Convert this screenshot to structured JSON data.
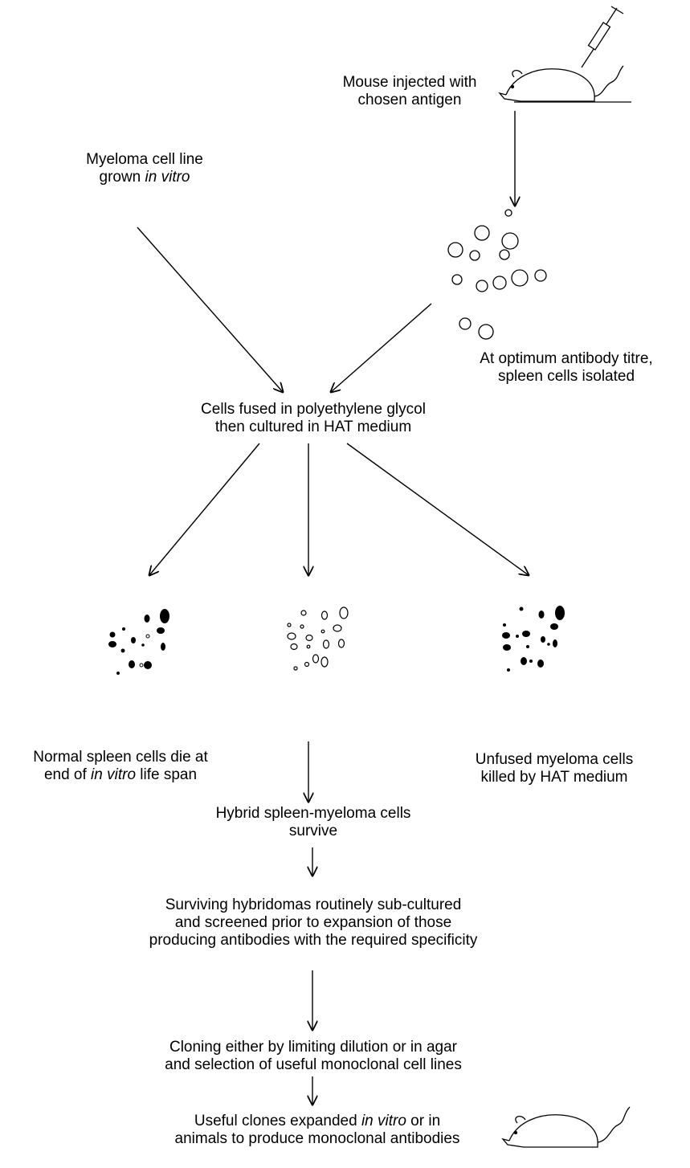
{
  "steps": {
    "mouse_injected": {
      "line1": "Mouse injected with",
      "line2": "chosen antigen"
    },
    "myeloma": {
      "line1": "Myeloma cell line",
      "line2_a": "grown ",
      "line2_em": "in vitro"
    },
    "spleen_isolated": {
      "line1": "At optimum antibody titre,",
      "line2": "spleen cells isolated"
    },
    "fusion": {
      "line1": "Cells fused in polyethylene glycol",
      "line2": "then cultured in HAT medium"
    },
    "normal_spleen": {
      "line1": "Normal spleen cells die at",
      "line2_a": "end of ",
      "line2_em": "in vitro",
      "line2_b": " life span"
    },
    "unfused_myeloma": {
      "line1": "Unfused myeloma cells",
      "line2": "killed by HAT medium"
    },
    "hybrid": {
      "line1": "Hybrid spleen-myeloma cells",
      "line2": "survive"
    },
    "screening": {
      "line1": "Surviving hybridomas routinely sub-cultured",
      "line2": "and screened prior to expansion of those",
      "line3": "producing antibodies with the required specificity"
    },
    "cloning": {
      "line1": "Cloning either by limiting dilution or in agar",
      "line2": "and selection of useful monoclonal cell lines"
    },
    "expansion": {
      "line1_a": "Useful clones expanded ",
      "line1_em": "in vitro",
      "line1_b": " or in",
      "line2": "animals to produce monoclonal antibodies"
    }
  },
  "icons": [
    "mouse-icon",
    "syringe-icon",
    "cell-cluster-icon",
    "arrow-icon"
  ]
}
